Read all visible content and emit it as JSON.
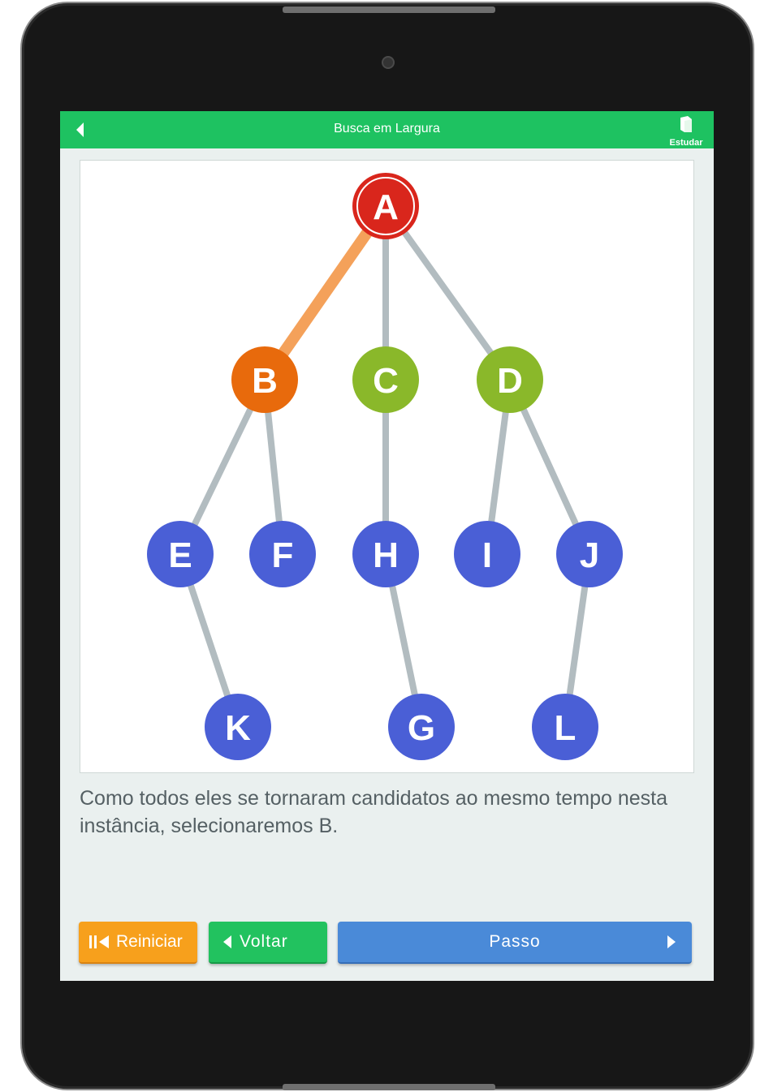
{
  "app": {
    "title": "Busca em Largura",
    "study_label": "Estudar"
  },
  "graph": {
    "nodes": [
      {
        "id": "A",
        "label": "A",
        "state": "current"
      },
      {
        "id": "B",
        "label": "B",
        "state": "selected"
      },
      {
        "id": "C",
        "label": "C",
        "state": "candidate"
      },
      {
        "id": "D",
        "label": "D",
        "state": "candidate"
      },
      {
        "id": "E",
        "label": "E",
        "state": "unvisited"
      },
      {
        "id": "F",
        "label": "F",
        "state": "unvisited"
      },
      {
        "id": "H",
        "label": "H",
        "state": "unvisited"
      },
      {
        "id": "I",
        "label": "I",
        "state": "unvisited"
      },
      {
        "id": "J",
        "label": "J",
        "state": "unvisited"
      },
      {
        "id": "K",
        "label": "K",
        "state": "unvisited"
      },
      {
        "id": "G",
        "label": "G",
        "state": "unvisited"
      },
      {
        "id": "L",
        "label": "L",
        "state": "unvisited"
      }
    ],
    "edges": [
      {
        "from": "A",
        "to": "B",
        "highlight": true
      },
      {
        "from": "A",
        "to": "C",
        "highlight": false
      },
      {
        "from": "A",
        "to": "D",
        "highlight": false
      },
      {
        "from": "B",
        "to": "E",
        "highlight": false
      },
      {
        "from": "B",
        "to": "F",
        "highlight": false
      },
      {
        "from": "C",
        "to": "H",
        "highlight": false
      },
      {
        "from": "D",
        "to": "I",
        "highlight": false
      },
      {
        "from": "D",
        "to": "J",
        "highlight": false
      },
      {
        "from": "E",
        "to": "K",
        "highlight": false
      },
      {
        "from": "H",
        "to": "G",
        "highlight": false
      },
      {
        "from": "J",
        "to": "L",
        "highlight": false
      }
    ],
    "colors": {
      "current": "#d9261c",
      "selected": "#e86a0c",
      "candidate": "#8ab82a",
      "unvisited": "#4a5fd6",
      "edge": "#b2bcc0",
      "edge_highlight": "#f4a15a"
    }
  },
  "description": "Como todos eles se tornaram candidatos ao mesmo tempo nesta instância, selecionaremos B.",
  "controls": {
    "reset_label": "Reiniciar",
    "back_label": "Voltar",
    "step_label": "Passo"
  }
}
